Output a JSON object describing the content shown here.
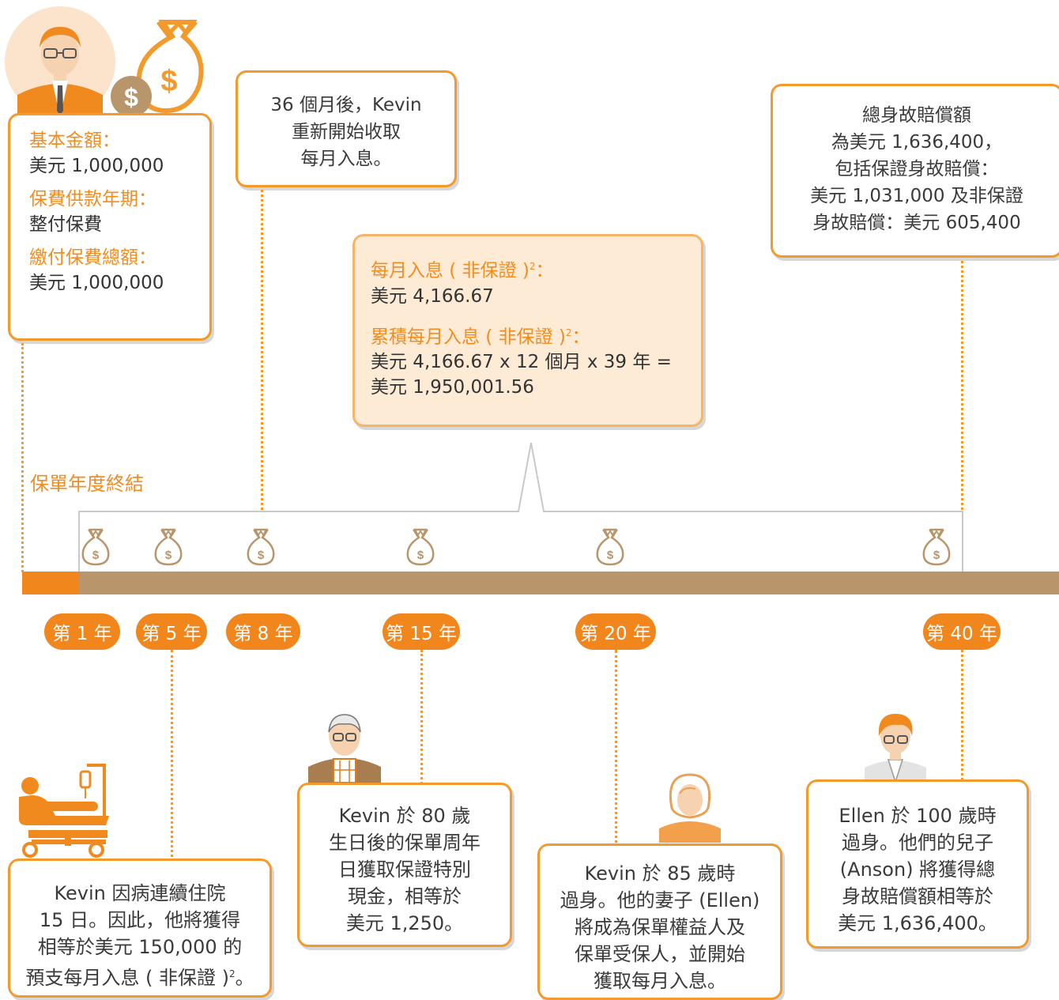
{
  "info_box": {
    "basic_amount_label": "基本金額：",
    "basic_amount_value": "美元 1,000,000",
    "payment_term_label": "保費供款年期：",
    "payment_term_value": "整付保費",
    "total_premium_label": "繳付保費總額：",
    "total_premium_value": "美元 1,000,000"
  },
  "box_36_months": {
    "lines": [
      "36 個月後，Kevin",
      "重新開始收取",
      "每月入息。"
    ]
  },
  "death_benefit_box": {
    "lines": [
      "總身故賠償額",
      "為美元 1,636,400，",
      "包括保證身故賠償：",
      "美元 1,031,000 及非保證",
      "身故賠償：美元 605,400"
    ]
  },
  "monthly_income_box": {
    "label1": "每月入息 ( 非保證 )",
    "label1_sup": "2",
    "label1_colon": "：",
    "value1": "美元 4,166.67",
    "label2": "累積每月入息 ( 非保證 )",
    "label2_sup": "2",
    "label2_colon": "：",
    "value2_line1": "美元 4,166.67 x 12 個月 x 39 年 =",
    "value2_line2": "美元 1,950,001.56"
  },
  "policy_year_end_label": "保單年度終結",
  "year_pills": [
    "第 1 年",
    "第 5 年",
    "第 8 年",
    "第 15 年",
    "第 20 年",
    "第 40 年"
  ],
  "hospital_box": {
    "line1": "Kevin 因病連續住院",
    "line2": "15 日。因此，他將獲得",
    "line3": "相等於美元 150,000 的",
    "line4": "預支每月入息 ( 非保證 )",
    "line4_sup": "2",
    "line4_end": "。"
  },
  "age80_box": {
    "lines": [
      "Kevin 於 80 歲",
      "生日後的保單周年",
      "日獲取保證特別",
      "現金，相等於",
      "美元 1,250。"
    ]
  },
  "age85_box": {
    "lines": [
      "Kevin 於 85 歲時",
      "過身。他的妻子 (Ellen)",
      "將成為保單權益人及",
      "保單受保人，並開始",
      "獲取每月入息。"
    ]
  },
  "ellen_box": {
    "lines": [
      "Ellen 於 100 歲時",
      "過身。他們的兒子",
      "(Anson) 將獲得總",
      "身故賠償額相等於",
      "美元 1,636,400。"
    ]
  },
  "colors": {
    "accent": "#f28c1f",
    "timeline_brown": "#b8956b",
    "income_box_fill": "#fdebd6"
  }
}
